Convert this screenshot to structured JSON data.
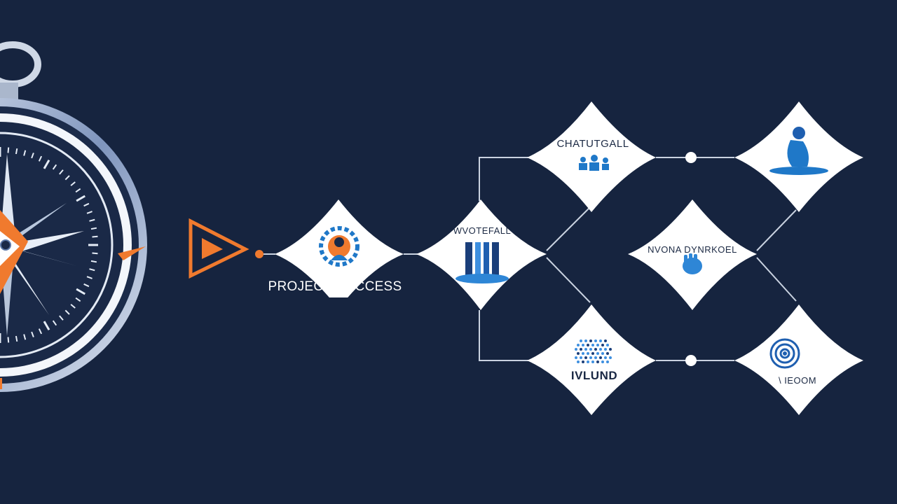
{
  "colors": {
    "background": "#16243f",
    "accent": "#f07a2e",
    "node_fill": "#ffffff",
    "icon_blue": "#1f78c8",
    "connector": "#c9d2e0"
  },
  "start": {
    "label": "PROJECT NUCCESS"
  },
  "nodes": [
    {
      "id": "start-node",
      "label": "PROJECT NUCCESS",
      "icon": "person-gear-icon"
    },
    {
      "id": "waterfall",
      "label": "WVOTEFALL",
      "icon": "waterfall-icon"
    },
    {
      "id": "top",
      "label": "CHATUTGALL",
      "icon": "people-icon"
    },
    {
      "id": "middle",
      "label": "NVONA DYNRKOEL",
      "icon": "hand-icon"
    },
    {
      "id": "bottom",
      "label": "IVLUND",
      "icon": "dots-globe-icon"
    },
    {
      "id": "top-right",
      "label": "",
      "icon": "meditating-person-icon"
    },
    {
      "id": "bottom-right",
      "label": "\\ IEOOM",
      "icon": "target-icon"
    }
  ],
  "decor": {
    "compass": "compass-icon",
    "play": "play-triangle-icon"
  }
}
